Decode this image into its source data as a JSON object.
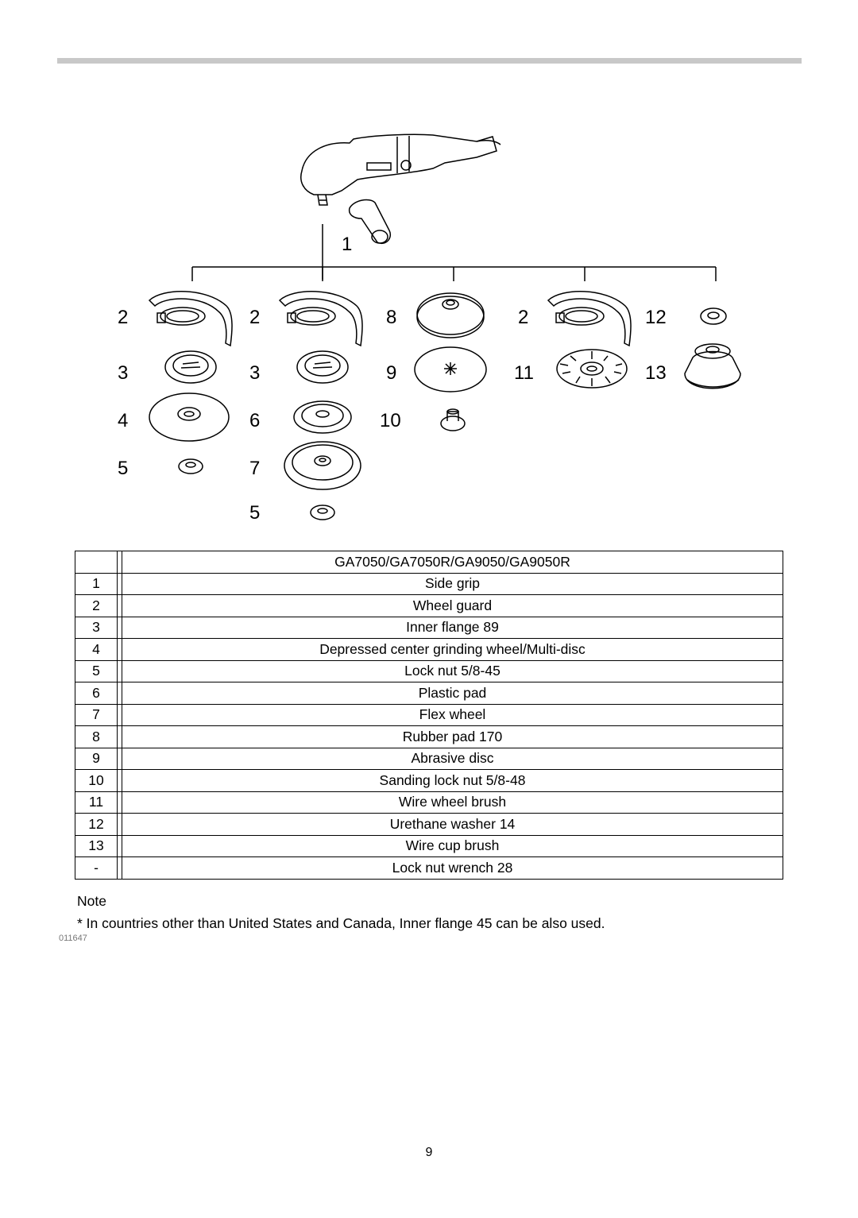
{
  "diagram": {
    "callouts": {
      "c1": "1",
      "r1": [
        "2",
        "2",
        "8",
        "2",
        "12"
      ],
      "r2": [
        "3",
        "3",
        "9",
        "11",
        "13"
      ],
      "r3": [
        "4",
        "6",
        "10"
      ],
      "r4": [
        "5",
        "7"
      ],
      "r5": "5"
    }
  },
  "table": {
    "header": "GA7050/GA7050R/GA9050/GA9050R",
    "rows": [
      {
        "num": "1",
        "desc": "Side grip"
      },
      {
        "num": "2",
        "desc": "Wheel guard"
      },
      {
        "num": "3",
        "desc": "Inner flange 89"
      },
      {
        "num": "4",
        "desc": "Depressed center grinding wheel/Multi-disc"
      },
      {
        "num": "5",
        "desc": "Lock nut 5/8-45"
      },
      {
        "num": "6",
        "desc": "Plastic pad"
      },
      {
        "num": "7",
        "desc": "Flex wheel"
      },
      {
        "num": "8",
        "desc": "Rubber pad 170"
      },
      {
        "num": "9",
        "desc": "Abrasive disc"
      },
      {
        "num": "10",
        "desc": "Sanding lock nut 5/8-48"
      },
      {
        "num": "11",
        "desc": "Wire wheel brush"
      },
      {
        "num": "12",
        "desc": "Urethane washer 14"
      },
      {
        "num": "13",
        "desc": "Wire cup brush"
      },
      {
        "num": "-",
        "desc": "Lock nut wrench 28"
      }
    ]
  },
  "note": {
    "label": "Note",
    "text": "* In countries other than United States and Canada, Inner flange 45 can be also used."
  },
  "doc_code": "011647",
  "page_number": "9"
}
